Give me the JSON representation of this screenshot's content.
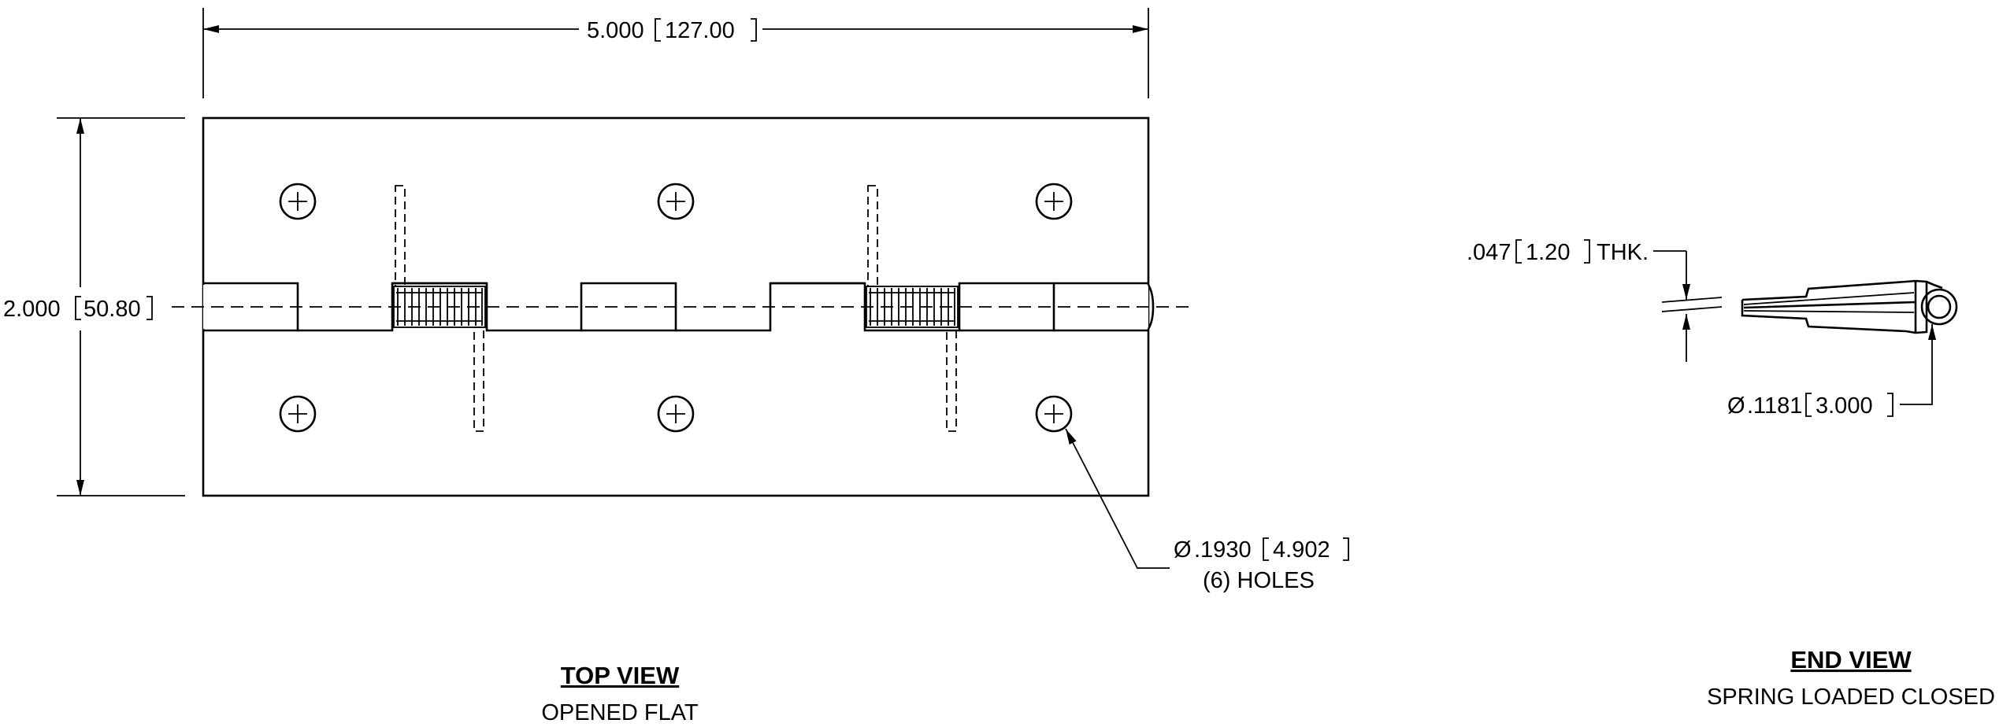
{
  "top_view": {
    "title": "TOP VIEW",
    "subtitle": "OPENED FLAT",
    "dim_width": "5.000",
    "dim_width_metric": "127.00",
    "dim_height": "2.000",
    "dim_height_metric": "50.80",
    "hole_dia_symbol": "Ø",
    "hole_dia": ".1930",
    "hole_dia_metric": "4.902",
    "hole_note": "(6) HOLES"
  },
  "end_view": {
    "title": "END VIEW",
    "subtitle": "SPRING LOADED CLOSED",
    "thk": ".047",
    "thk_metric": "1.20",
    "thk_suffix": "THK.",
    "pin_dia_symbol": "Ø",
    "pin_dia": ".1181",
    "pin_dia_metric": "3.000"
  }
}
